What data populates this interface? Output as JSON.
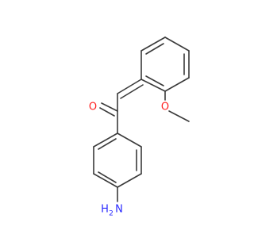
{
  "molecule": {
    "atoms": {
      "oxygen_carbonyl": "O",
      "oxygen_methoxy": "O",
      "amine_h": "H",
      "amine_subscript": "2",
      "amine_n": "N"
    },
    "colors": {
      "oxygen": "#ff2020",
      "nitrogen": "#2a2aff",
      "bond": "#3a3a3a"
    }
  }
}
